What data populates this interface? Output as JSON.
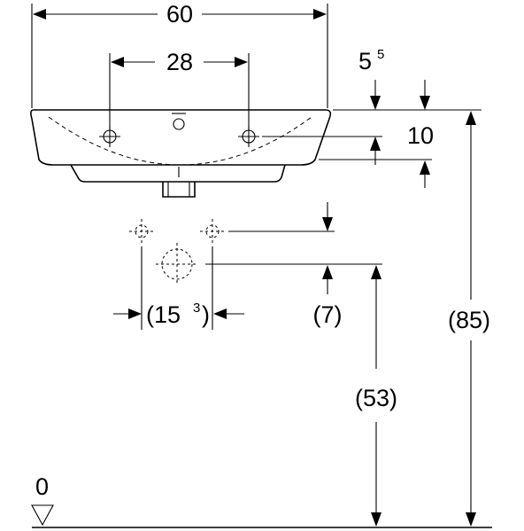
{
  "dimensions": {
    "overall_width": "60",
    "tap_spacing": "28",
    "rim_offset_base": "5",
    "rim_offset_sup": "5",
    "bowl_depth": "10",
    "supply_spacing_open": "(15",
    "supply_spacing_sup": "3",
    "supply_spacing_close": ")",
    "supply_offset": "(7)",
    "waste_height": "(53)",
    "rim_height": "(85)",
    "floor_level": "0"
  }
}
